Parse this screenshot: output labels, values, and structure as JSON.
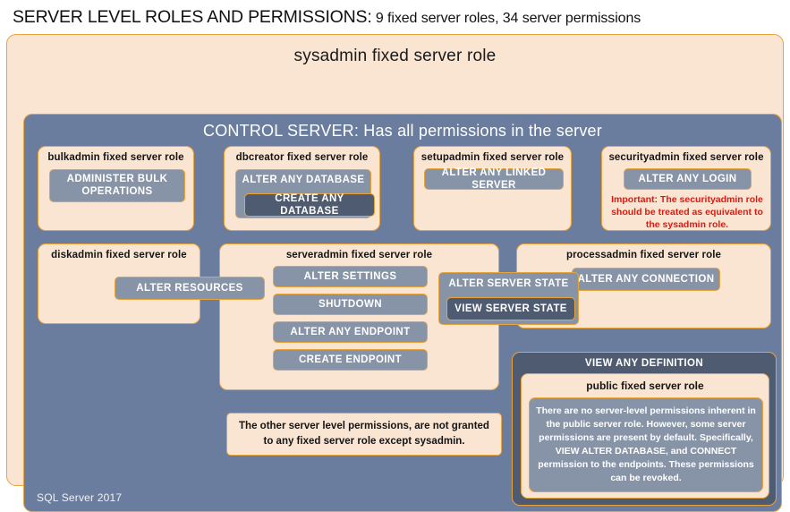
{
  "title": {
    "strong": "SERVER LEVEL ROLES AND PERMISSIONS:",
    "rest": " 9 fixed server roles, 34 server permissions"
  },
  "sysadmin": {
    "label": "sysadmin fixed server role"
  },
  "control_server": {
    "label": "CONTROL SERVER: Has all permissions in the server"
  },
  "roles": {
    "bulkadmin": {
      "title": "bulkadmin fixed server role",
      "permissions": [
        {
          "label": "ADMINISTER  BULK\nOPERATIONS",
          "style": "normal"
        }
      ]
    },
    "dbcreator": {
      "title": "dbcreator fixed server role",
      "permissions": [
        {
          "label": "ALTER ANY DATABASE",
          "style": "normal"
        },
        {
          "label": "CREATE  ANY DATABASE",
          "style": "dark"
        }
      ]
    },
    "setupadmin": {
      "title": "setupadmin fixed server role",
      "permissions": [
        {
          "label": "ALTER ANY LINKED SERVER",
          "style": "normal"
        }
      ]
    },
    "securityadmin": {
      "title": "securityadmin fixed server role",
      "permissions": [
        {
          "label": "ALTER ANY LOGIN",
          "style": "normal"
        }
      ],
      "note": "Important:  The securityadmin role should  be treated  as equivalent to the  sysadmin role."
    },
    "diskadmin": {
      "title": "diskadmin fixed server role",
      "permissions": [
        {
          "label": "ALTER RESOURCES",
          "style": "normal"
        }
      ]
    },
    "serveradmin": {
      "title": "serveradmin fixed server role",
      "permissions": [
        {
          "label": "ALTER SETTINGS",
          "style": "normal"
        },
        {
          "label": "SHUTDOWN",
          "style": "normal"
        },
        {
          "label": "ALTER ANY ENDPOINT",
          "style": "normal"
        },
        {
          "label": "CREATE  ENDPOINT",
          "style": "normal"
        },
        {
          "label": "ALTER SERVER STATE",
          "style": "normal"
        },
        {
          "label": "VIEW SERVER STATE",
          "style": "dark"
        }
      ]
    },
    "processadmin": {
      "title": "processadmin fixed server role",
      "permissions": [
        {
          "label": "ALTER ANY CONNECTION",
          "style": "normal"
        }
      ]
    },
    "public": {
      "outer_permission": "VIEW ANY DEFINITION",
      "title": "public fixed server role",
      "note": "There are no server-level permissions inherent in the public server role. However, some server permissions are present by default. Specifically, VIEW ALTER DATABASE, and CONNECT permission to the endpoints. These permissions can be revoked."
    }
  },
  "other_permissions_note": "The other server level permissions,  are not granted to any fixed server role except sysadmin.",
  "footer": "SQL Server 2017",
  "colors": {
    "panel_blue": "#6a7d9e",
    "role_peach": "#fae5d3",
    "border_gold": "#e8a33d",
    "perm_slate": "#8794a8",
    "perm_dark": "#4f5b70",
    "alert_red": "#e8140c"
  }
}
